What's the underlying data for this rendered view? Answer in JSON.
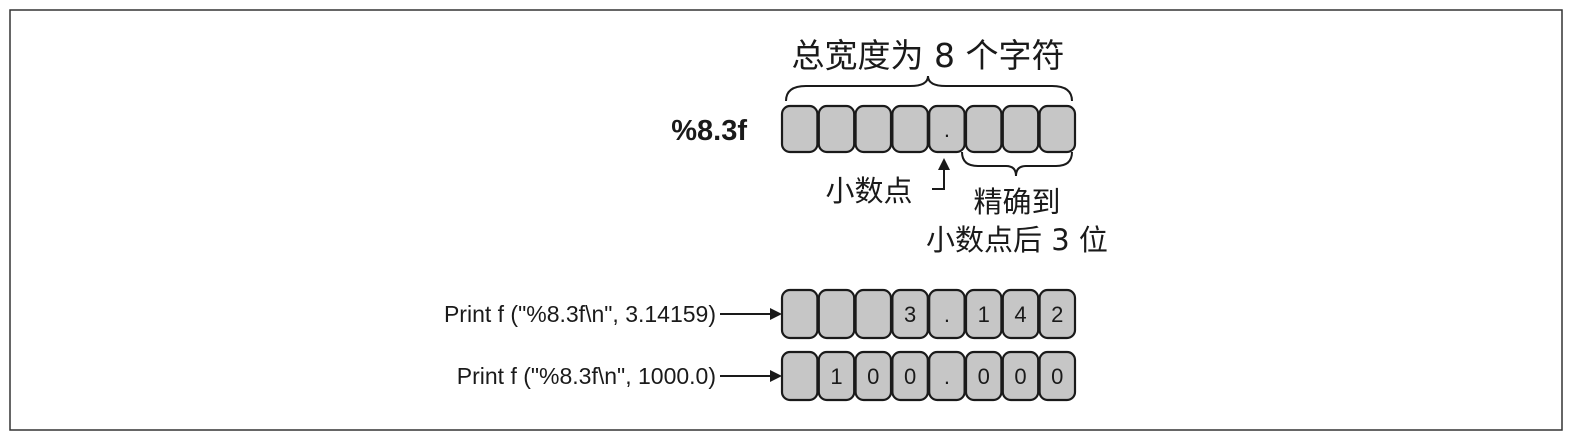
{
  "diagram": {
    "format_spec": "%8.3f",
    "width_label": "总宽度为 8 个字符",
    "decimal_point_label": "小数点",
    "precision_label_line1": "精确到",
    "precision_label_line2": "小数点后 3 位",
    "template_cells": [
      "",
      "",
      "",
      "",
      ".",
      "",
      "",
      ""
    ],
    "examples": [
      {
        "call": "Print f (\"%8.3f\\n\", 3.14159)",
        "cells": [
          "",
          "",
          "",
          "3",
          ".",
          "1",
          "4",
          "2"
        ]
      },
      {
        "call": "Print f (\"%8.3f\\n\", 1000.0)",
        "cells": [
          "",
          "1",
          "0",
          "0",
          ".",
          "0",
          "0",
          "0"
        ]
      }
    ]
  }
}
